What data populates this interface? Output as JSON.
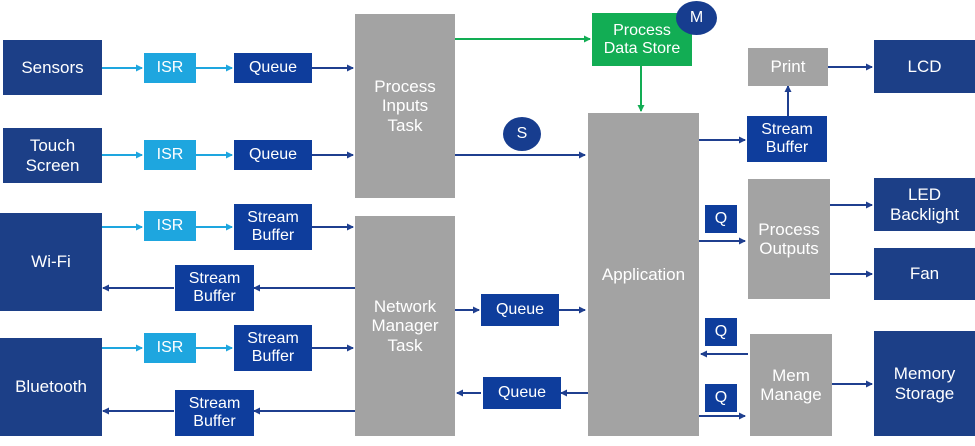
{
  "colors": {
    "external_node": "#1c3f87",
    "queue_buffer": "#0e3d9c",
    "isr": "#1ea6df",
    "task": "#a3a3a3",
    "data_store": "#12ad54",
    "arrow_dark": "#1f3f8f",
    "arrow_light": "#1ea6df",
    "arrow_green": "#12ad54"
  },
  "devices": {
    "sensors": "Sensors",
    "touch_screen": "Touch\nScreen",
    "wifi": "Wi-Fi",
    "bluetooth": "Bluetooth",
    "lcd": "LCD",
    "led_backlight": "LED\nBacklight",
    "fan": "Fan",
    "memory_storage": "Memory\nStorage"
  },
  "isr": "ISR",
  "queue": "Queue",
  "stream_buffer": "Stream\nBuffer",
  "tasks": {
    "process_inputs": "Process\nInputs\nTask",
    "network_manager": "Network\nManager\nTask",
    "application": "Application",
    "print": "Print",
    "process_outputs": "Process\nOutputs",
    "mem_manage": "Mem\nManage"
  },
  "data_store": "Process\nData Store",
  "badges": {
    "mutex": "M",
    "semaphore": "S",
    "q": "Q"
  }
}
